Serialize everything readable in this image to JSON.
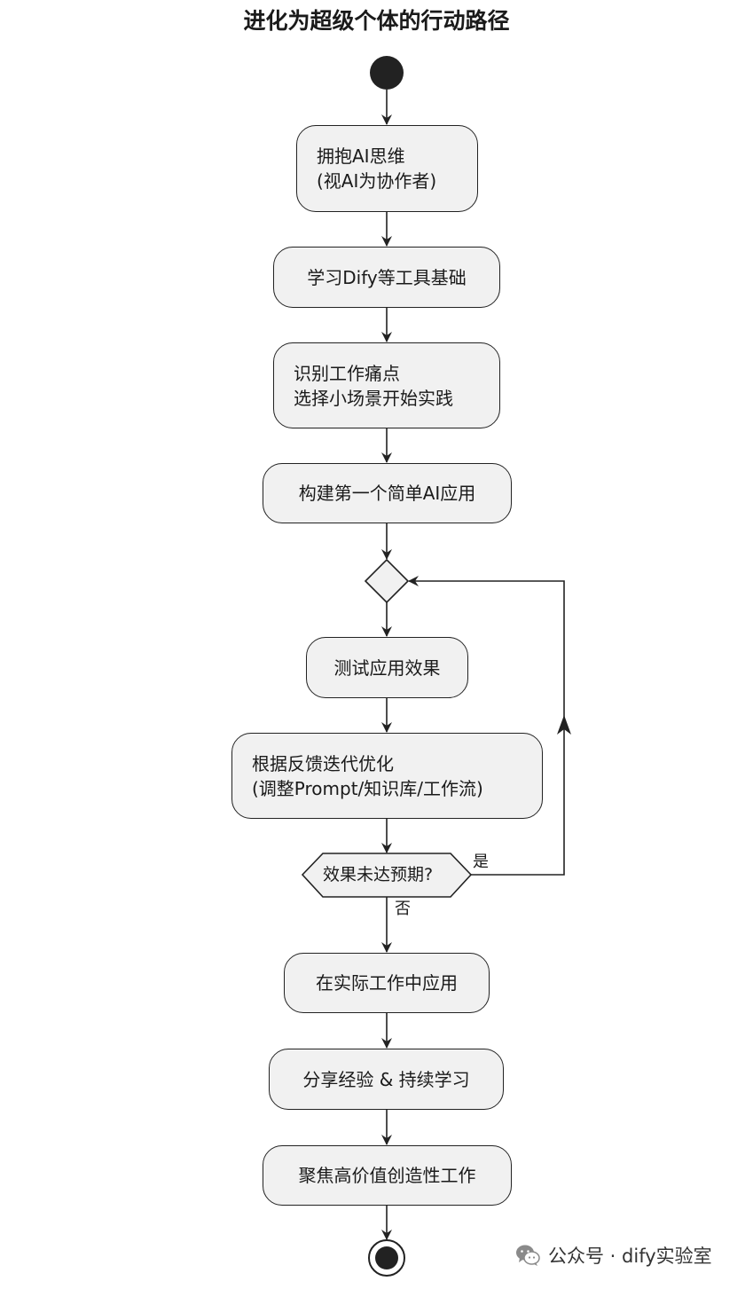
{
  "title": "进化为超级个体的行动路径",
  "steps": [
    {
      "line1": "拥抱AI思维",
      "line2": "(视AI为协作者)"
    },
    {
      "line1": "学习Dify等工具基础"
    },
    {
      "line1": "识别工作痛点",
      "line2": "选择小场景开始实践"
    },
    {
      "line1": "构建第一个简单AI应用"
    },
    {
      "line1": "测试应用效果"
    },
    {
      "line1": "根据反馈迭代优化",
      "line2": "(调整Prompt/知识库/工作流)"
    },
    {
      "line1": "在实际工作中应用"
    },
    {
      "line1": "分享经验 & 持续学习"
    },
    {
      "line1": "聚焦高价值创造性工作"
    }
  ],
  "decision": {
    "question": "效果未达预期?",
    "yes_label": "是",
    "no_label": "否"
  },
  "watermark": {
    "icon": "wechat-icon",
    "text": "公众号 · dify实验室"
  },
  "colors": {
    "node_fill": "#f1f1f1",
    "stroke": "#222222",
    "start_end": "#222222"
  }
}
